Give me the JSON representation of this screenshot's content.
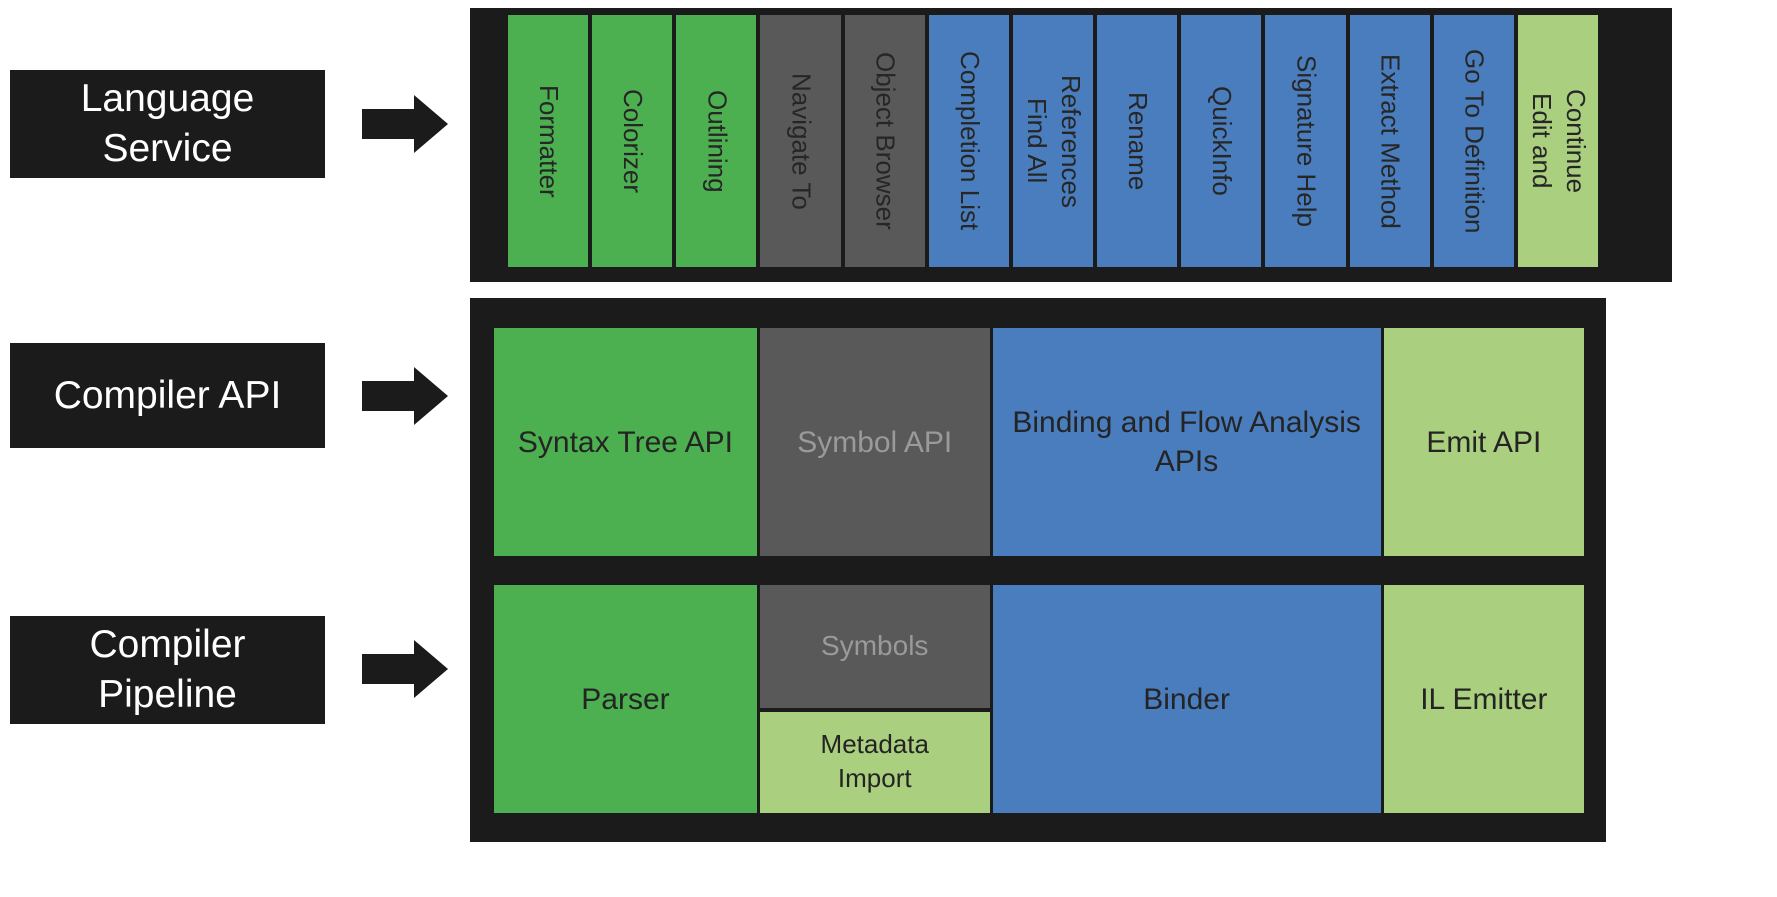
{
  "colors": {
    "green": "#4caf50",
    "gray": "#595959",
    "blue": "#4a7dbd",
    "light_green": "#a9cf7f",
    "panel": "#1b1b1b",
    "label_text": "#ffffff"
  },
  "rows": [
    {
      "label": "Language\nService",
      "blocks": [
        {
          "label": "Formatter",
          "color": "green"
        },
        {
          "label": "Colorizer",
          "color": "green"
        },
        {
          "label": "Outlining",
          "color": "green"
        },
        {
          "label": "Navigate To",
          "color": "gray"
        },
        {
          "label": "Object Browser",
          "color": "gray"
        },
        {
          "label": "Completion List",
          "color": "blue"
        },
        {
          "label": "Find All\nReferences",
          "color": "blue"
        },
        {
          "label": "Rename",
          "color": "blue"
        },
        {
          "label": "QuickInfo",
          "color": "blue"
        },
        {
          "label": "Signature Help",
          "color": "blue"
        },
        {
          "label": "Extract Method",
          "color": "blue"
        },
        {
          "label": "Go To Definition",
          "color": "blue"
        },
        {
          "label": "Edit and\nContinue",
          "color": "light_green"
        }
      ]
    },
    {
      "label": "Compiler API",
      "blocks": [
        {
          "label": "Syntax Tree API",
          "color": "green"
        },
        {
          "label": "Symbol API",
          "color": "gray"
        },
        {
          "label": "Binding and Flow Analysis\nAPIs",
          "color": "blue"
        },
        {
          "label": "Emit API",
          "color": "light_green"
        }
      ]
    },
    {
      "label": "Compiler\nPipeline",
      "blocks": [
        {
          "label": "Parser",
          "color": "green"
        },
        {
          "label": "Symbols",
          "color": "gray"
        },
        {
          "label": "Metadata\nImport",
          "color": "light_green"
        },
        {
          "label": "Binder",
          "color": "blue"
        },
        {
          "label": "IL Emitter",
          "color": "light_green"
        }
      ]
    }
  ]
}
